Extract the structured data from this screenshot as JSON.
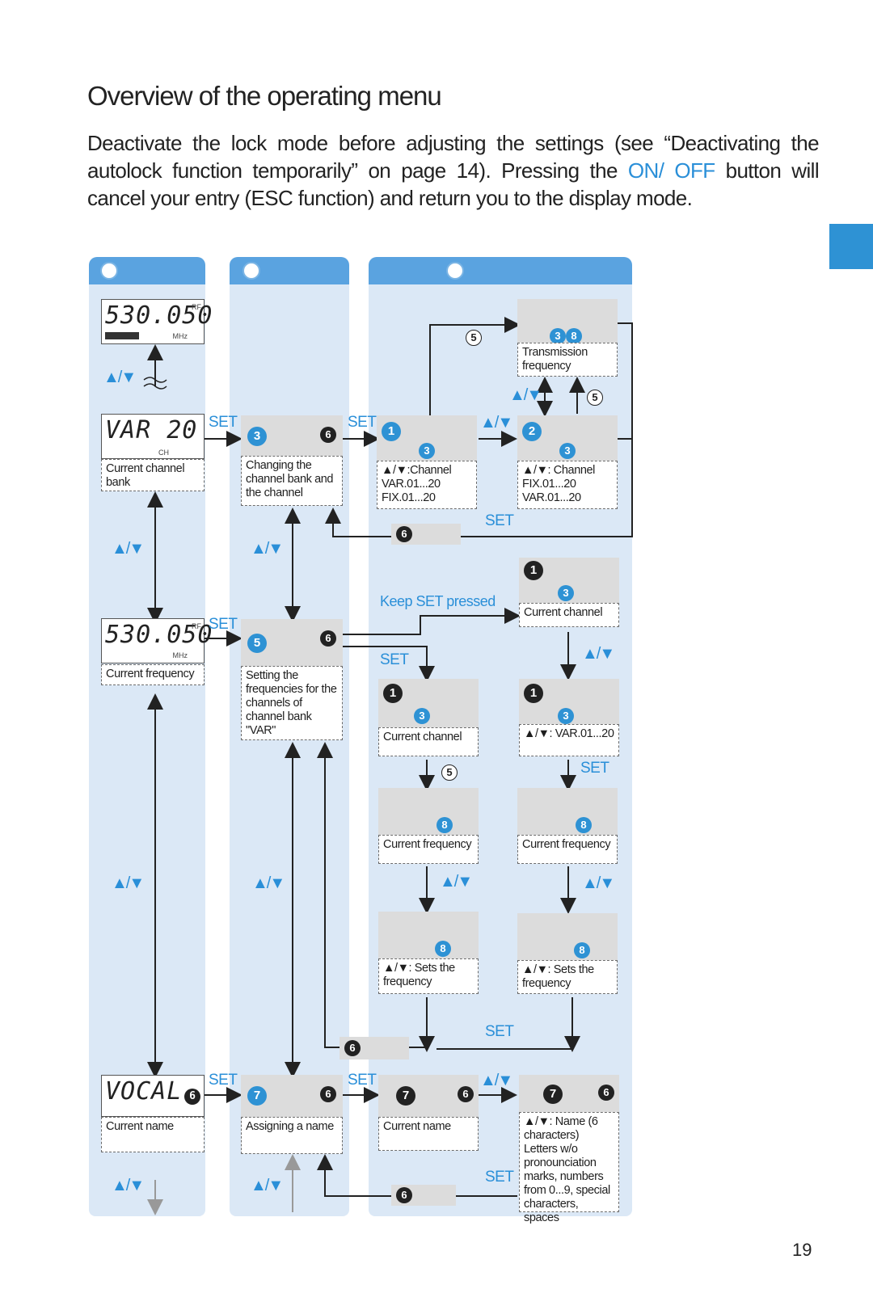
{
  "heading": "Overview of the operating menu",
  "intro": {
    "part1": "Deactivate the lock mode before adjusting the settings (see “Deactivating the autolock function temporarily” on page 14). Pressing the ",
    "onoff": "ON/ OFF",
    "part2": " button       will cancel your entry (ESC function) and return you to the display mode."
  },
  "page_number": "19",
  "set_label": "SET",
  "keep_set": "Keep SET pressed",
  "updown_glyph": "▲/▼",
  "lcd": {
    "freq_top": "530.050",
    "freq_mid": "530.050",
    "var": "VAR 20",
    "vocal": "VOCAL",
    "rf": "RF",
    "mhz": "MHz",
    "ch": "CH"
  },
  "col1": {
    "current_bank": "Current channel bank",
    "current_freq": "Current frequency",
    "current_name": "Current name"
  },
  "col2": {
    "changing": "Changing the channel bank and the channel",
    "setting": "Setting the frequencies for the channels of channel bank \"VAR\"",
    "assigning": "Assigning a name"
  },
  "col3": {
    "transmission": "Transmission frequency",
    "ch_var": "▲/▼:Channel VAR.01...20 FIX.01...20",
    "ch_fix": "▲/▼: Channel FIX.01...20 VAR.01...20",
    "current_channel_a": "Current channel",
    "current_channel_b": "Current channel",
    "current_channel_c": "Current channel",
    "var_range": "▲/▼: VAR.01...20",
    "cur_freq_a": "Current frequency",
    "cur_freq_b": "Current frequency",
    "sets_freq_a": "▲/▼: Sets the frequency",
    "sets_freq_b": "▲/▼: Sets the frequency",
    "current_name": "Current name",
    "name_info": "▲/▼: Name (6 characters) Letters w/o pronounciation marks, numbers from 0...9, special characters, spaces"
  }
}
